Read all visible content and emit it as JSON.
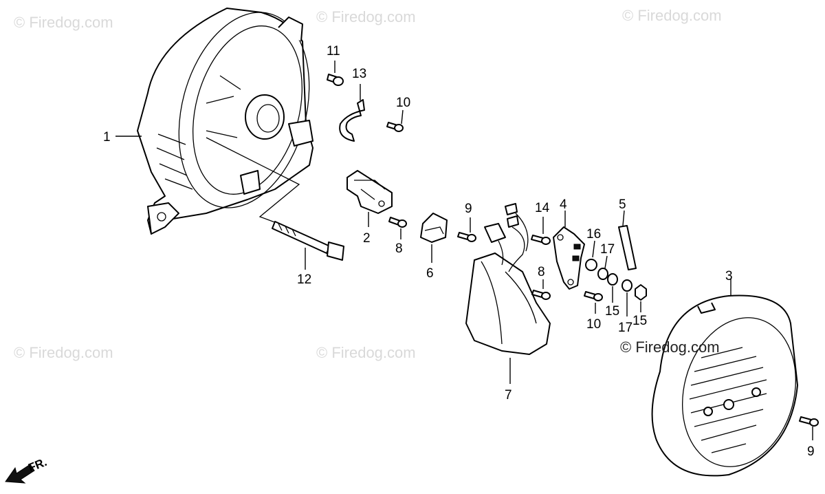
{
  "watermarks": {
    "text": "© Firedog.com",
    "highlighted_text": "© Firedog.com"
  },
  "direction_label": "FR.",
  "callouts": {
    "c1": "1",
    "c2": "2",
    "c3": "3",
    "c4": "4",
    "c5": "5",
    "c6": "6",
    "c7": "7",
    "c8a": "8",
    "c8b": "8",
    "c9a": "9",
    "c9b": "9",
    "c10a": "10",
    "c10b": "10",
    "c11": "11",
    "c12": "12",
    "c13": "13",
    "c14": "14",
    "c15a": "15",
    "c15b": "15",
    "c16": "16",
    "c17a": "17",
    "c17b": "17"
  },
  "colors": {
    "line": "#000000",
    "watermark": "#d9d9d9",
    "background": "#ffffff"
  }
}
